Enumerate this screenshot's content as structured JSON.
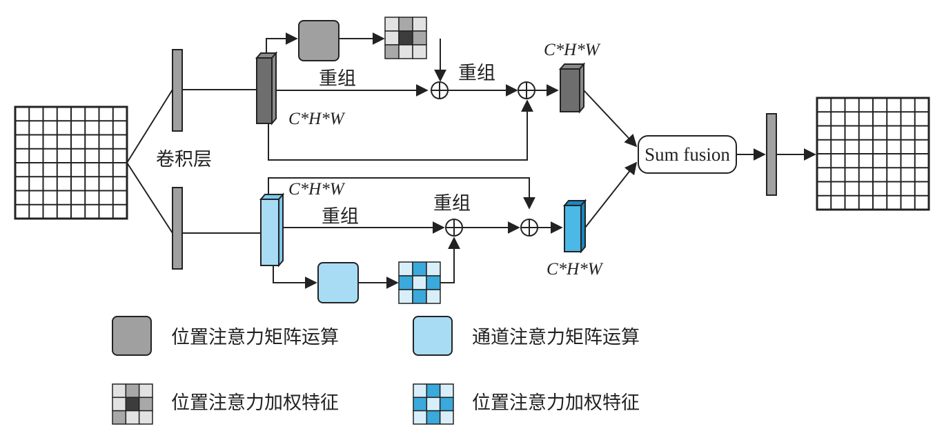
{
  "labels": {
    "conv_layer": "卷积层",
    "regroup": "重组",
    "dims": "C*H*W",
    "sum_fusion": "Sum fusion"
  },
  "legend": {
    "position_matrix": "位置注意力矩阵运算",
    "channel_matrix": "通道注意力矩阵运算",
    "position_weighted": "位置注意力加权特征",
    "channel_weighted": "位置注意力加权特征"
  },
  "colors": {
    "gray_fill": "#a0a0a0",
    "gray_dark": "#555555",
    "blue_fill": "#a8dcf4",
    "blue_mid": "#4bb8e6",
    "blue_dark": "#1a86c4",
    "line": "#222222"
  }
}
